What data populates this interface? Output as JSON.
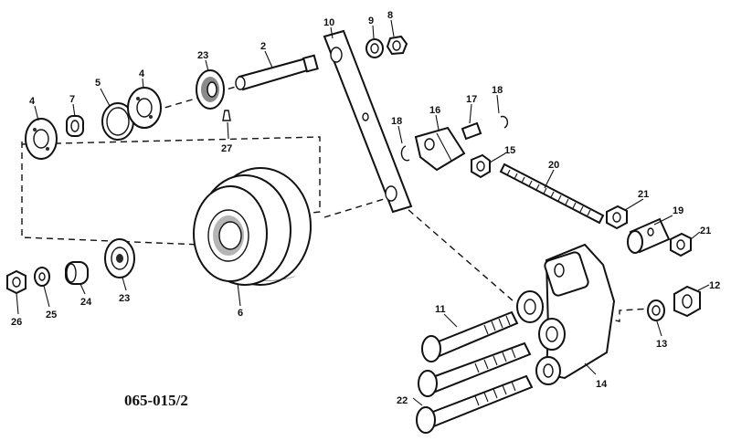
{
  "diagram": {
    "drawing_code": "065-015/2",
    "part_labels": {
      "p2": "2",
      "p4a": "4",
      "p4b": "4",
      "p5": "5",
      "p6": "6",
      "p7": "7",
      "p8": "8",
      "p9": "9",
      "p10": "10",
      "p11": "11",
      "p12": "12",
      "p13": "13",
      "p14": "14",
      "p15": "15",
      "p16": "16",
      "p17": "17",
      "p18a": "18",
      "p18b": "18",
      "p19": "19",
      "p20": "20",
      "p21a": "21",
      "p21b": "21",
      "p22": "22",
      "p23a": "23",
      "p23b": "23",
      "p24": "24",
      "p25": "25",
      "p26": "26",
      "p27": "27"
    }
  }
}
